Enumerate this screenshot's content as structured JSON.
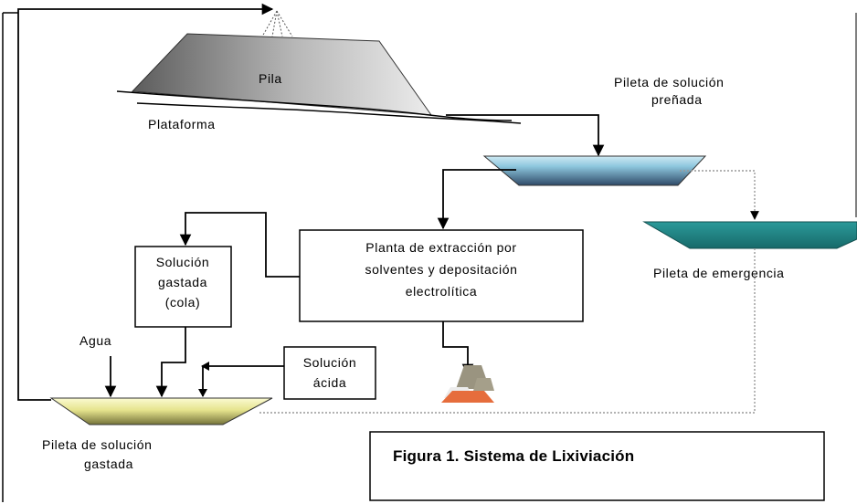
{
  "labels": {
    "pile": "Pila",
    "platform": "Plataforma",
    "pregnant_pond_line1": "Pileta de solución",
    "pregnant_pond_line2": "preñada",
    "emergency_pond": "Pileta de emergencia",
    "water": "Agua",
    "spent_pond_line1": "Pileta de solución",
    "spent_pond_line2": "gastada"
  },
  "boxes": {
    "plant_line1": "Planta de extracción por",
    "plant_line2": "solventes y depositación",
    "plant_line3": "electrolítica",
    "spent_solution_line1": "Solución",
    "spent_solution_line2": "gastada",
    "spent_solution_line3": "(cola)",
    "acid_line1": "Solución",
    "acid_line2": "ácida"
  },
  "figure": {
    "caption": "Figura 1.  Sistema de Lixiviación"
  },
  "colors": {
    "pile_dark": "#6a6a6a",
    "pile_light": "#e2e2e2",
    "pregnant_pond_top": "#a8d4e8",
    "pregnant_pond_bottom": "#3a5a78",
    "emergency_pond": "#1f8080",
    "spent_pond_top": "#f2f0b0",
    "spent_pond_bottom": "#7a7a38",
    "cathode_dark": "#8a8470",
    "cathode_orange": "#e06a3a"
  }
}
